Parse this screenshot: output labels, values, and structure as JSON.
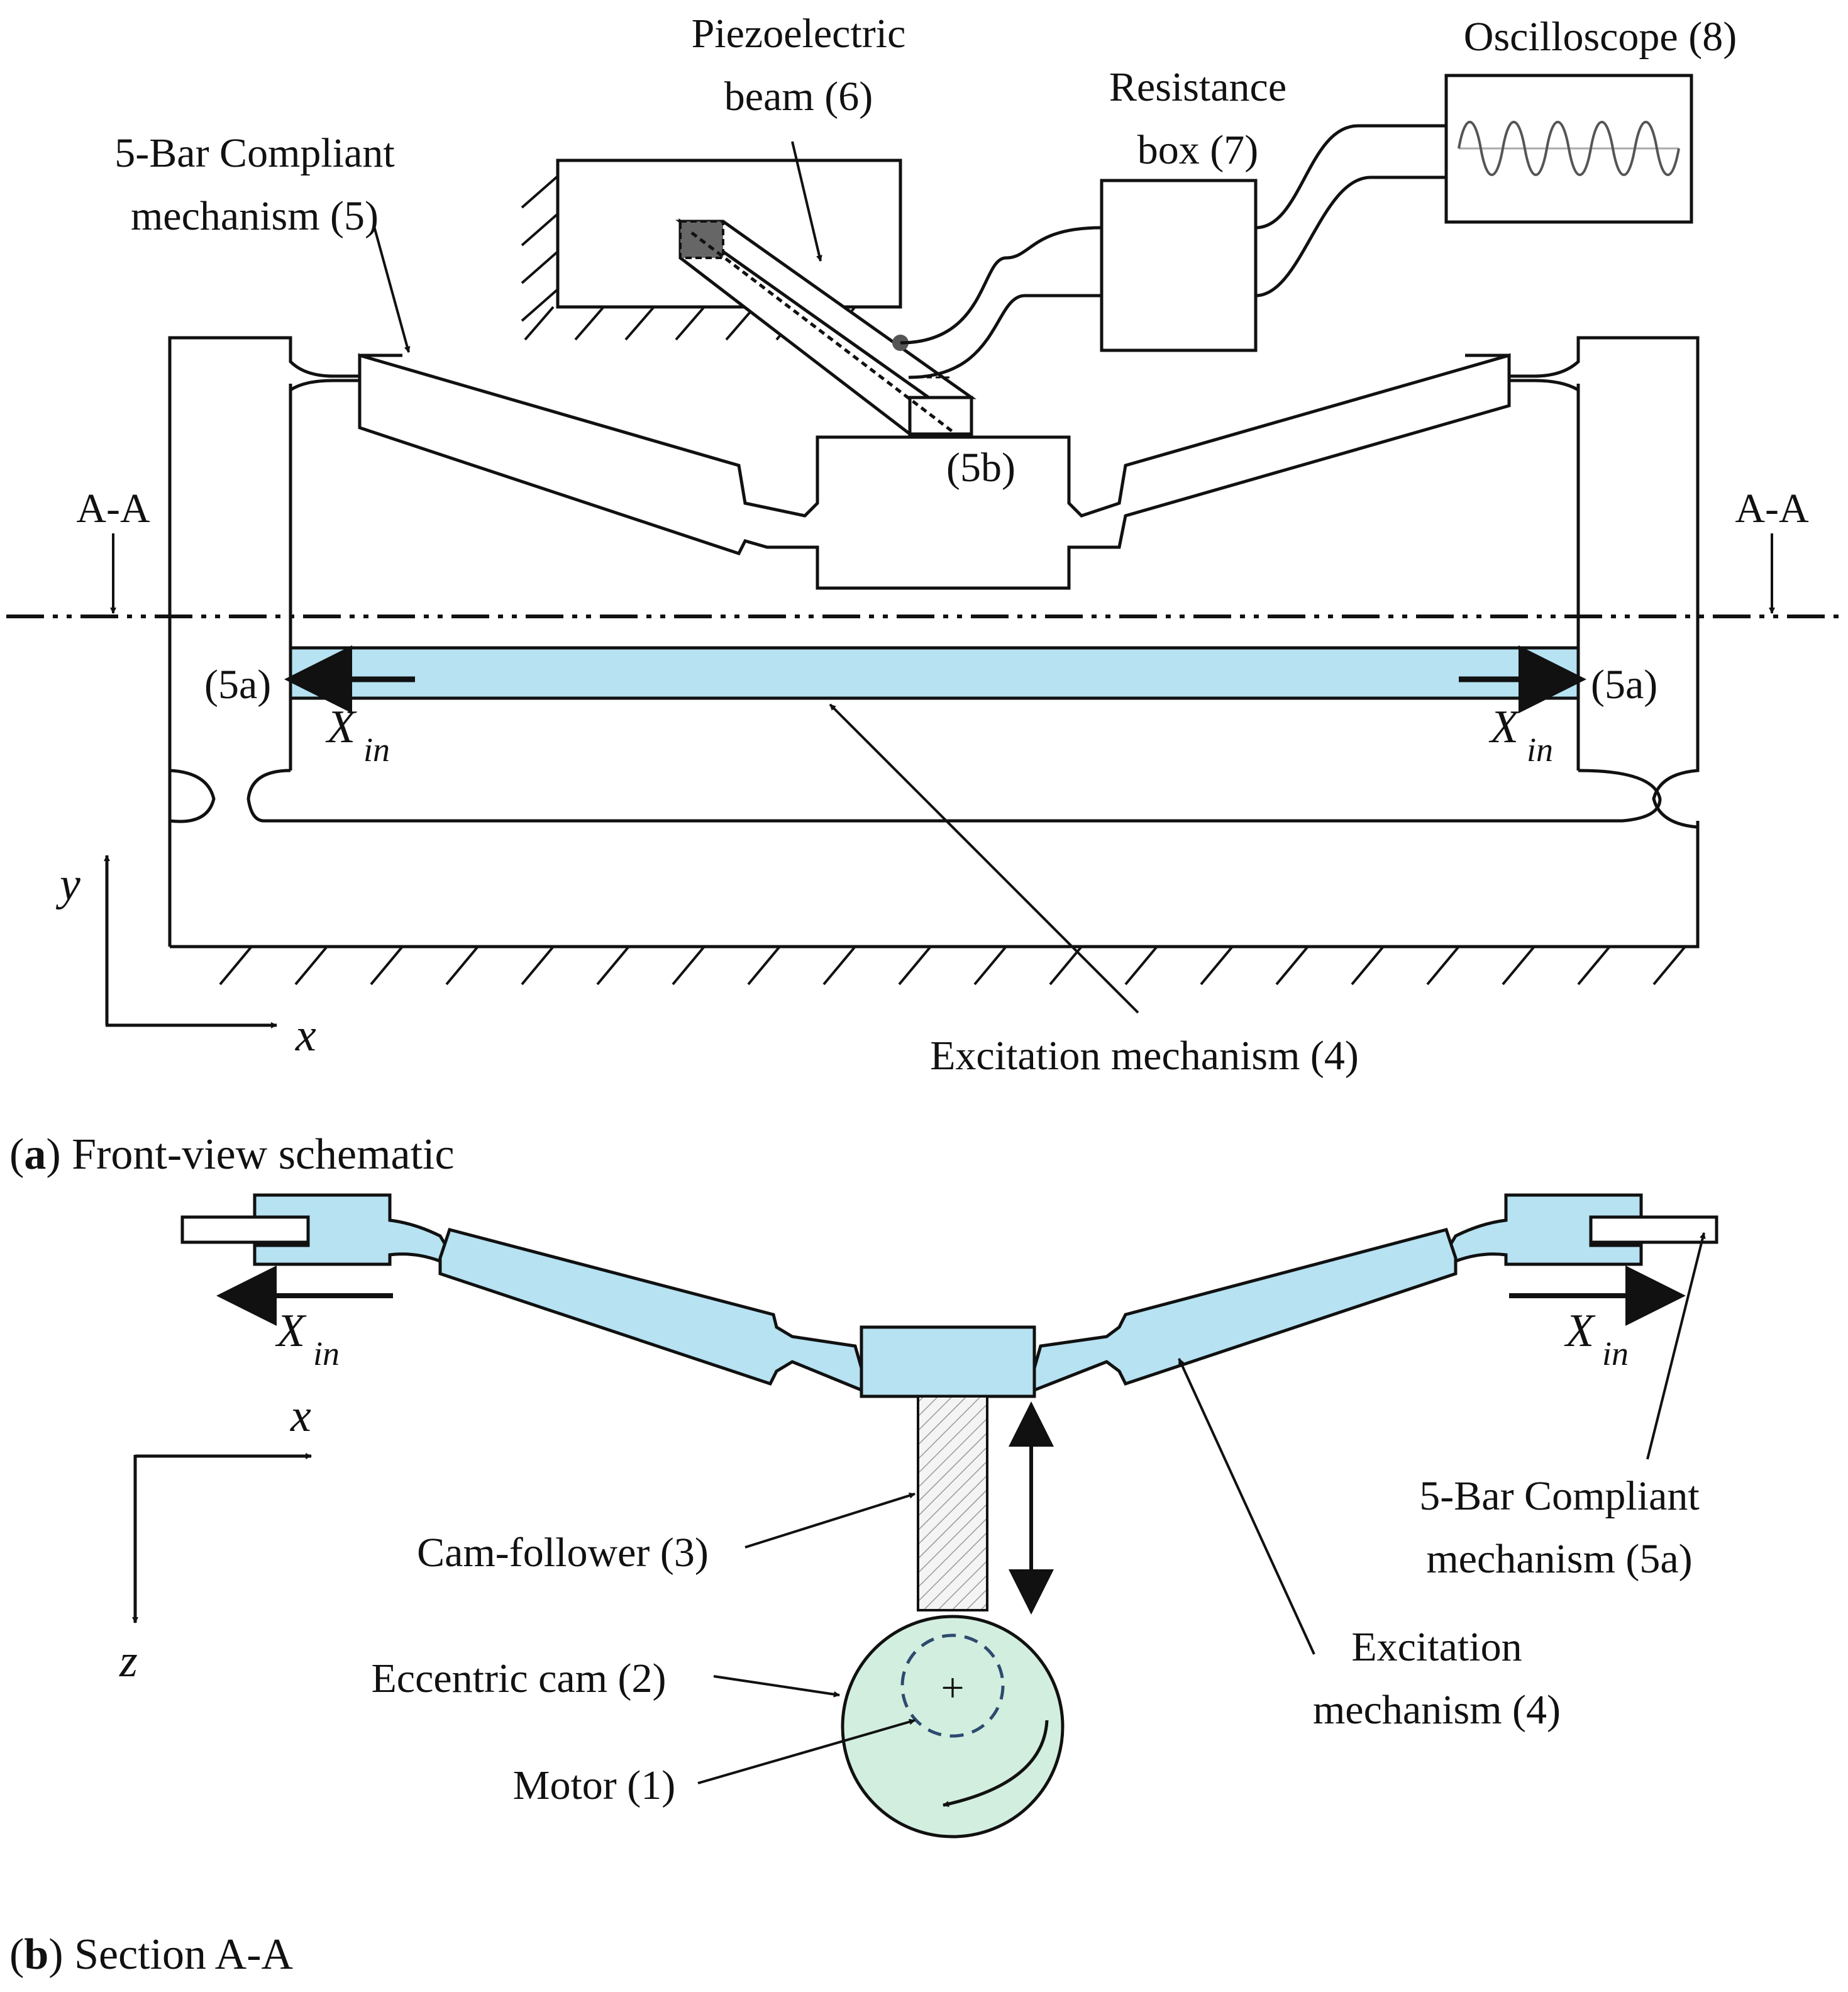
{
  "panel_a": {
    "labels": {
      "piezo_line1": "Piezoelectric",
      "piezo_line2": "beam (6)",
      "resistance_line1": "Resistance",
      "resistance_line2": "box (7)",
      "oscilloscope": "Oscilloscope (8)",
      "compliant_line1": "5-Bar Compliant",
      "compliant_line2": "mechanism (5)",
      "point_5b": "(5b)",
      "section_left": "A-A",
      "section_right": "A-A",
      "point_5a_left": "(5a)",
      "point_5a_right": "(5a)",
      "xin_main": "X",
      "xin_sub": "in",
      "axis_y": "y",
      "axis_x": "x",
      "excitation": "Excitation mechanism (4)"
    },
    "caption_bold": "a",
    "caption_rest": "Front-view schematic"
  },
  "panel_b": {
    "labels": {
      "xin_main": "X",
      "xin_sub": "in",
      "axis_x": "x",
      "axis_z": "z",
      "cam_follower": "Cam-follower (3)",
      "eccentric_cam": "Eccentric cam (2)",
      "motor": "Motor (1)",
      "compliant_line1": "5-Bar Compliant",
      "compliant_line2": "mechanism (5a)",
      "excitation_line1": "Excitation",
      "excitation_line2": "mechanism (4)",
      "cam_center_mark": "+"
    },
    "caption_bold": "b",
    "caption_rest": "Section A-A"
  },
  "colors": {
    "excitation_fill": "#b6e2f2",
    "cam_fill": "#d2eedf",
    "motor_dash": "#2d4a6e",
    "piezo_patch": "#666666",
    "lines": "#111111"
  }
}
